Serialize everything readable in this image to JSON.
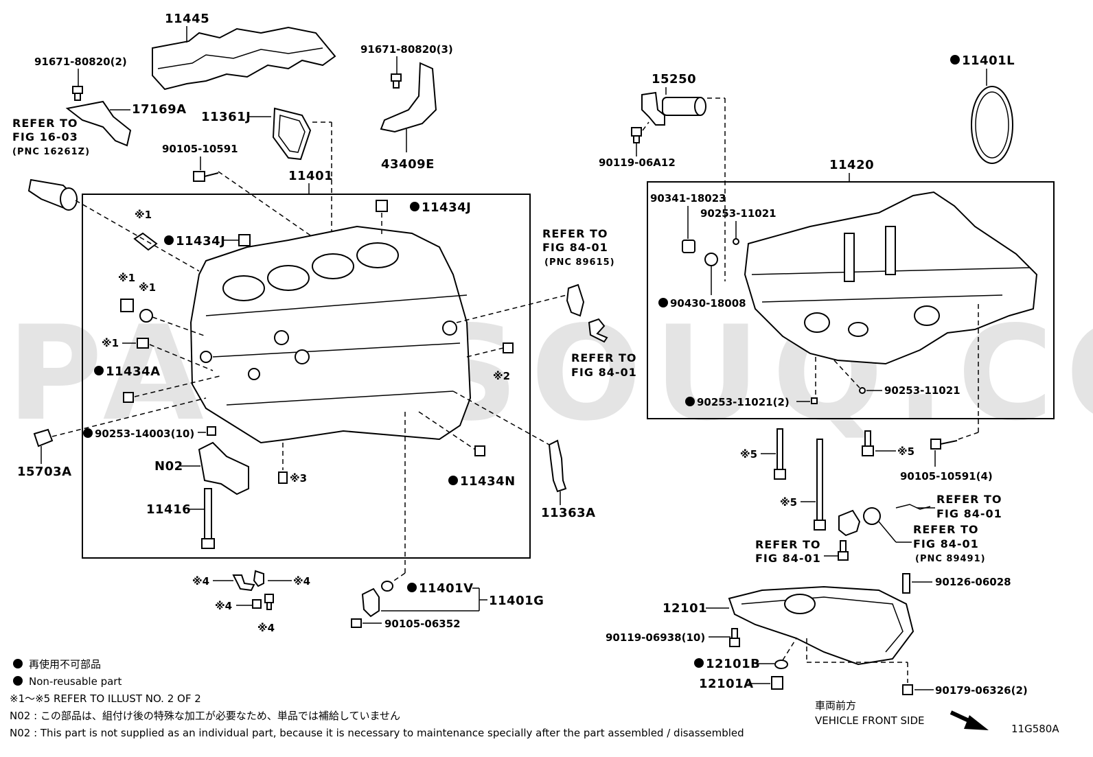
{
  "watermark": "PARTSOUQ.COM",
  "figure_code": "11G580A",
  "parts_left": {
    "p11445": "11445",
    "p91671_a": "91671-80820(2)",
    "p17169A": "17169A",
    "refer_fig_16_03": [
      "REFER TO",
      "FIG 16-03",
      "(PNC 16261Z)"
    ],
    "p91671_b": "91671-80820(3)",
    "p43409E": "43409E",
    "p11361J": "11361J",
    "p90105_10591": "90105-10591",
    "p11401": "11401",
    "p11434J_a": "11434J",
    "p11434J_b": "11434J",
    "sym1_a": "※1",
    "sym1_b": "※1",
    "sym1_c": "※1",
    "sym1_d": "※1",
    "sym2": "※2",
    "sym3": "※3",
    "p11434A": "11434A",
    "p90253_14003": "90253-14003(10)",
    "p15703A": "15703A",
    "pN02": "N02",
    "p11416": "11416",
    "p11434N": "11434N",
    "refer_fig_84_01_pnc89615": [
      "REFER TO",
      "FIG 84-01",
      "(PNC 89615)"
    ],
    "refer_fig_84_01_a": [
      "REFER TO",
      "FIG 84-01"
    ],
    "p11363A": "11363A",
    "sym4_a": "※4",
    "sym4_b": "※4",
    "sym4_c": "※4",
    "sym4_d": "※4",
    "p11401V": "11401V",
    "p11401G": "11401G",
    "p90105_06352": "90105-06352"
  },
  "parts_right": {
    "p15250": "15250",
    "p90119_06A12": "90119-06A12",
    "p11401L": "11401L",
    "p11420": "11420",
    "p90341_18023": "90341-18023",
    "p90253_11021_a": "90253-11021",
    "p90430_18008": "90430-18008",
    "p90253_11021_b": "90253-11021(2)",
    "p90253_11021_c": "90253-11021",
    "sym5_a": "※5",
    "sym5_b": "※5",
    "sym5_c": "※5",
    "p90105_10591_4": "90105-10591(4)",
    "refer_fig_84_01_b": [
      "REFER TO",
      "FIG 84-01"
    ],
    "refer_fig_84_01_pnc89491": [
      "REFER TO",
      "FIG 84-01",
      "(PNC 89491)"
    ],
    "refer_fig_84_01_c": [
      "REFER TO",
      "FIG 84-01"
    ],
    "p90126_06028": "90126-06028",
    "p12101": "12101",
    "p90119_06938": "90119-06938(10)",
    "p12101B": "12101B",
    "p12101A": "12101A",
    "p90179_06326": "90179-06326(2)"
  },
  "legend": {
    "non_reusable_jp": "再使用不可部品",
    "non_reusable_en": "Non-reusable part",
    "refer_illust": "※1～※5  REFER TO ILLUST NO. 2 OF 2",
    "n02_jp": "N02 : この部品は、組付け後の特殊な加工が必要なため、単品では補給していません",
    "n02_en": "N02 : This part is not supplied as an individual part, because it is necessary to maintenance specially after the part assembled / disassembled"
  },
  "direction": {
    "jp": "車両前方",
    "en": "VEHICLE FRONT SIDE"
  }
}
